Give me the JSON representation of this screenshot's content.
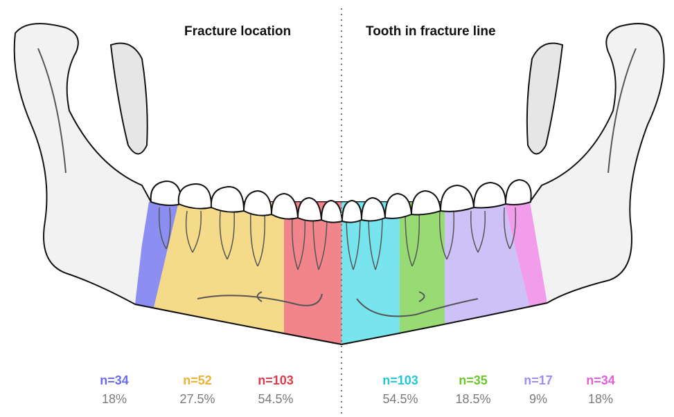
{
  "titles": {
    "left": "Fracture location",
    "right": "Tooth in fracture line"
  },
  "left_groups": [
    {
      "n": "n=34",
      "pct": "18%",
      "color": "#6a6cf0"
    },
    {
      "n": "n=52",
      "pct": "27.5%",
      "color": "#f0b030"
    },
    {
      "n": "n=103",
      "pct": "54.5%",
      "color": "#e03a4a"
    }
  ],
  "right_groups": [
    {
      "n": "n=103",
      "pct": "54.5%",
      "color": "#22c8d8"
    },
    {
      "n": "n=35",
      "pct": "18.5%",
      "color": "#6cc628"
    },
    {
      "n": "n=17",
      "pct": "9%",
      "color": "#a08cf0"
    },
    {
      "n": "n=34",
      "pct": "18%",
      "color": "#e060d8"
    }
  ]
}
